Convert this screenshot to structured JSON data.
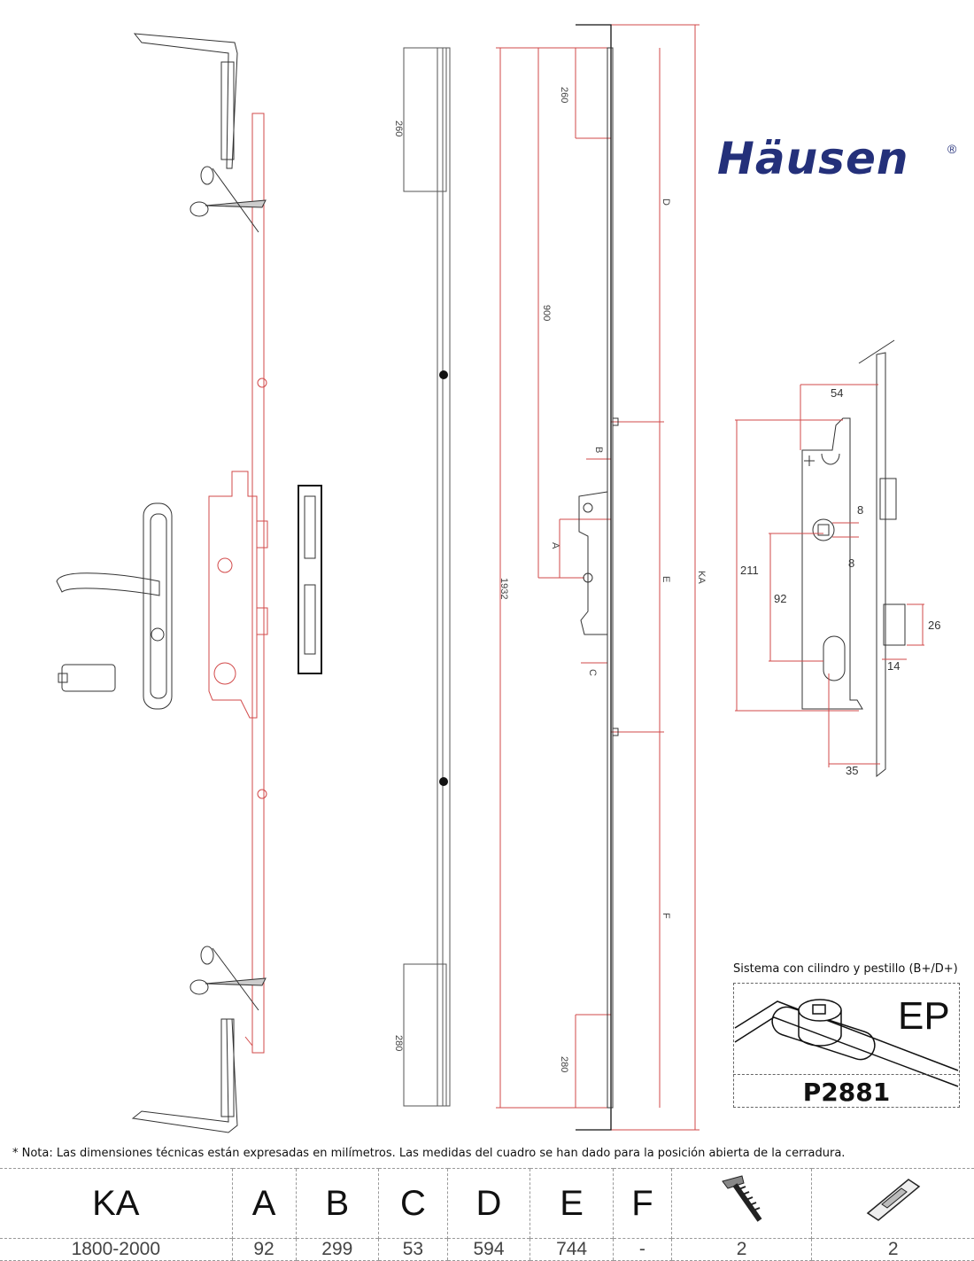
{
  "brand": {
    "name": "Häusen",
    "reg_mark": "®"
  },
  "dimensions": {
    "top_strike": "260",
    "bottom_strike": "280",
    "top_inner": "260",
    "bottom_inner": "280",
    "overall": "1932",
    "lock_offset": "900",
    "d": "D",
    "e": "E",
    "f": "F",
    "ka": "KA",
    "a": "A",
    "b": "B",
    "c": "C"
  },
  "lockcase": {
    "backset_top": "54",
    "hole_a": "8",
    "hole_b": "8",
    "height": "211",
    "center": "92",
    "latch_h": "26",
    "latch_w": "14",
    "backset_bottom": "35"
  },
  "ep": {
    "caption": "Sistema con cilindro y pestillo (B+/D+)",
    "label": "EP",
    "code": "P2881"
  },
  "note": "* Nota: Las dimensiones técnicas están expresadas en milímetros. Las medidas del cuadro se han dado para la posición abierta de la cerradura.",
  "table": {
    "headers": [
      "KA",
      "A",
      "B",
      "C",
      "D",
      "E",
      "F",
      "screw-icon",
      "strike-icon"
    ],
    "values": [
      "1800-2000",
      "92",
      "299",
      "53",
      "594",
      "744",
      "-",
      "2",
      "2"
    ]
  }
}
